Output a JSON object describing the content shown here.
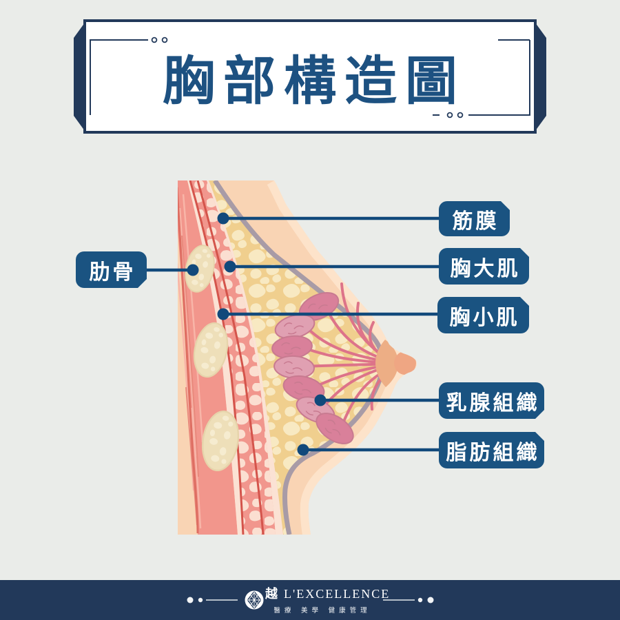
{
  "header": {
    "title": "胸部構造圖"
  },
  "labels": {
    "fascia": "筋膜",
    "pectoralis_major": "胸大肌",
    "pectoralis_minor": "胸小肌",
    "rib": "肋骨",
    "mammary_gland": "乳腺組織",
    "fat_tissue": "脂肪組織"
  },
  "footer": {
    "brand_cjk": "越",
    "brand_latin": "L'EXCELLENCE",
    "tagline": "醫療 美學 健康管理"
  },
  "colors": {
    "background": "#eaece9",
    "navy_ribbon": "#22395a",
    "label_blue": "#1a5381",
    "line_blue": "#11497b",
    "title_blue": "#1d5181",
    "skin": "#fbdcc2",
    "muscle": "#f2968c",
    "fat": "#f0cf8e",
    "gland_pink": "#d9809a",
    "fascia_gray": "#a89ba6"
  }
}
